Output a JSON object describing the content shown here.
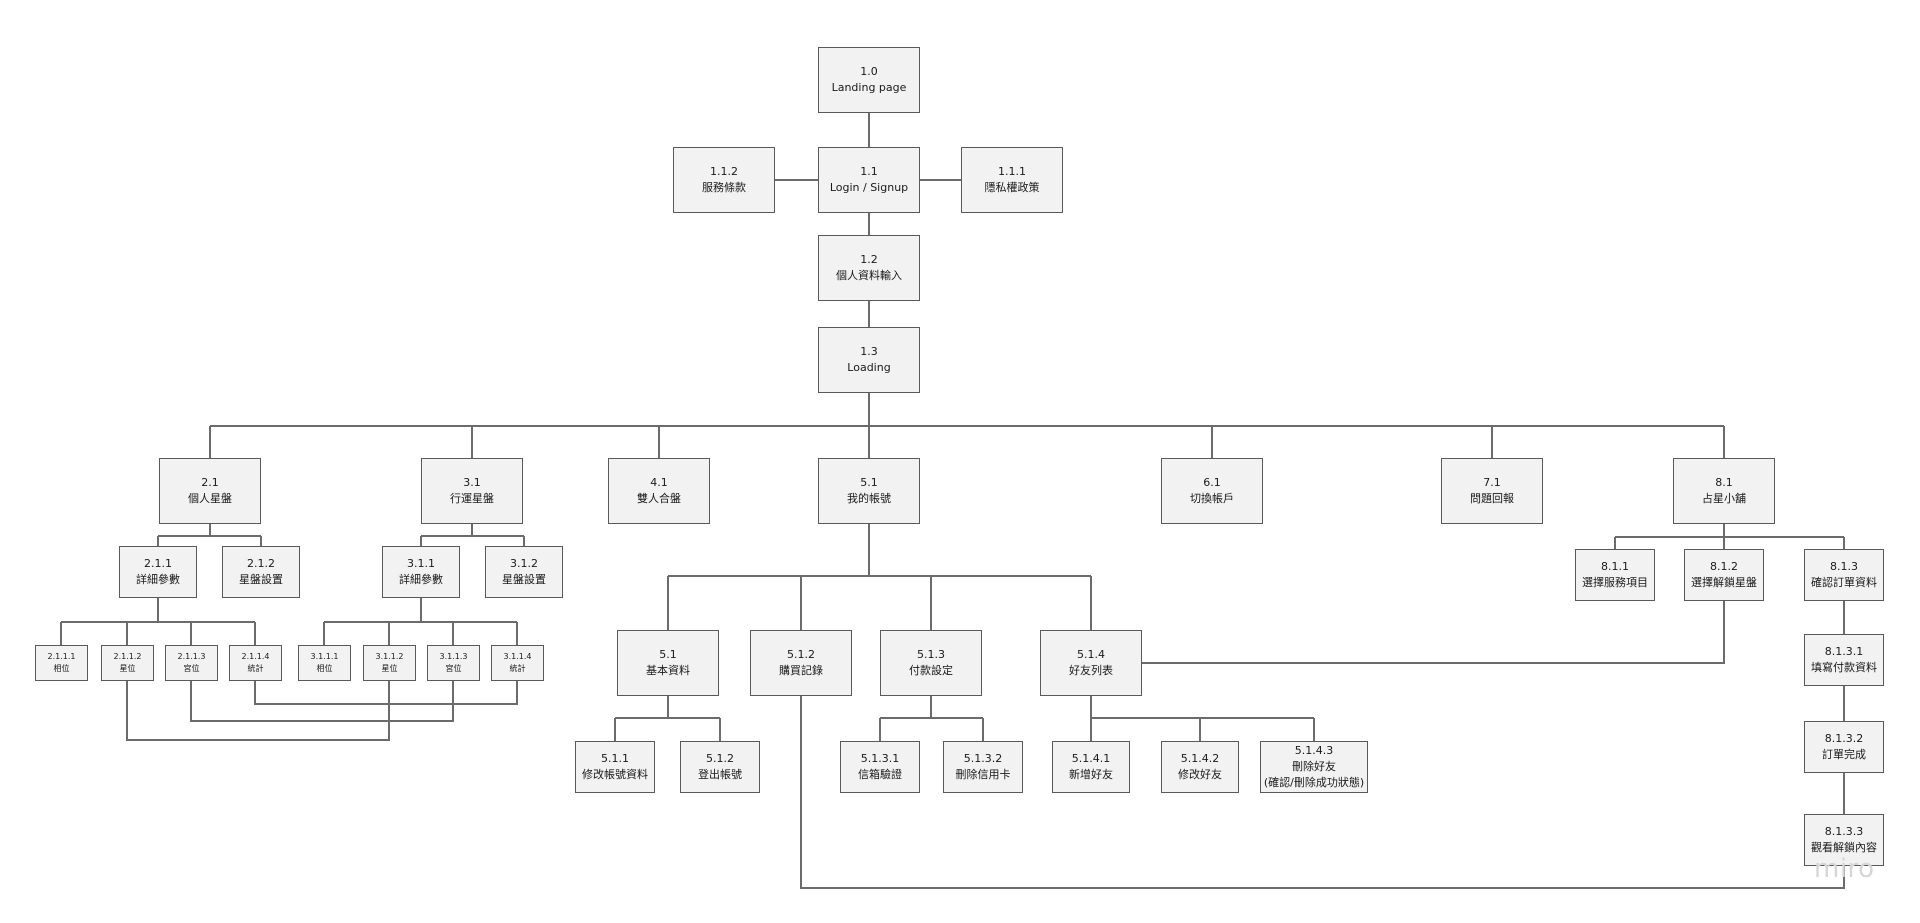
{
  "nodes": {
    "n1_0": {
      "id": "1.0",
      "label": "Landing page"
    },
    "n1_1": {
      "id": "1.1",
      "label": "Login / Signup"
    },
    "n1_1_2": {
      "id": "1.1.2",
      "label": "服務條款"
    },
    "n1_1_1": {
      "id": "1.1.1",
      "label": "隱私權政策"
    },
    "n1_2": {
      "id": "1.2",
      "label": "個人資料輸入"
    },
    "n1_3": {
      "id": "1.3",
      "label": "Loading"
    },
    "n2_1": {
      "id": "2.1",
      "label": "個人星盤"
    },
    "n3_1": {
      "id": "3.1",
      "label": "行運星盤"
    },
    "n4_1": {
      "id": "4.1",
      "label": "雙人合盤"
    },
    "n5_1": {
      "id": "5.1",
      "label": "我的帳號"
    },
    "n6_1": {
      "id": "6.1",
      "label": "切換帳戶"
    },
    "n7_1": {
      "id": "7.1",
      "label": "問題回報"
    },
    "n8_1": {
      "id": "8.1",
      "label": "占星小舖"
    },
    "n2_1_1": {
      "id": "2.1.1",
      "label": "詳細參數"
    },
    "n2_1_2": {
      "id": "2.1.2",
      "label": "星盤設置"
    },
    "n3_1_1": {
      "id": "3.1.1",
      "label": "詳細參數"
    },
    "n3_1_2": {
      "id": "3.1.2",
      "label": "星盤設置"
    },
    "n2_1_1_1": {
      "id": "2.1.1.1",
      "label": "相位"
    },
    "n2_1_1_2": {
      "id": "2.1.1.2",
      "label": "星位"
    },
    "n2_1_1_3": {
      "id": "2.1.1.3",
      "label": "宮位"
    },
    "n2_1_1_4": {
      "id": "2.1.1.4",
      "label": "統計"
    },
    "n3_1_1_1": {
      "id": "3.1.1.1",
      "label": "相位"
    },
    "n3_1_1_2": {
      "id": "3.1.1.2",
      "label": "星位"
    },
    "n3_1_1_3": {
      "id": "3.1.1.3",
      "label": "宮位"
    },
    "n3_1_1_4": {
      "id": "3.1.1.4",
      "label": "統計"
    },
    "n5_1_b": {
      "id": "5.1",
      "label": "基本資料"
    },
    "n5_1_2": {
      "id": "5.1.2",
      "label": "購買記錄"
    },
    "n5_1_3": {
      "id": "5.1.3",
      "label": "付款設定"
    },
    "n5_1_4": {
      "id": "5.1.4",
      "label": "好友列表"
    },
    "n5_1_1": {
      "id": "5.1.1",
      "label": "修改帳號資料"
    },
    "n5_1_2b": {
      "id": "5.1.2",
      "label": "登出帳號"
    },
    "n5_1_3_1": {
      "id": "5.1.3.1",
      "label": "信箱驗證"
    },
    "n5_1_3_2": {
      "id": "5.1.3.2",
      "label": "刪除信用卡"
    },
    "n5_1_4_1": {
      "id": "5.1.4.1",
      "label": "新增好友"
    },
    "n5_1_4_2": {
      "id": "5.1.4.2",
      "label": "修改好友"
    },
    "n5_1_4_3": {
      "id": "5.1.4.3",
      "label": "刪除好友",
      "label2": "(確認/刪除成功狀態)"
    },
    "n8_1_1": {
      "id": "8.1.1",
      "label": "選擇服務項目"
    },
    "n8_1_2": {
      "id": "8.1.2",
      "label": "選擇解鎖星盤"
    },
    "n8_1_3": {
      "id": "8.1.3",
      "label": "確認訂單資料"
    },
    "n8_1_3_1": {
      "id": "8.1.3.1",
      "label": "填寫付款資料"
    },
    "n8_1_3_2": {
      "id": "8.1.3.2",
      "label": "訂單完成"
    },
    "n8_1_3_3": {
      "id": "8.1.3.3",
      "label": "觀看解鎖內容"
    }
  },
  "watermark": "miro",
  "colors": {
    "box_fill": "#f2f2f2",
    "box_border": "#5a5a5a",
    "line": "#6b6b6b"
  }
}
